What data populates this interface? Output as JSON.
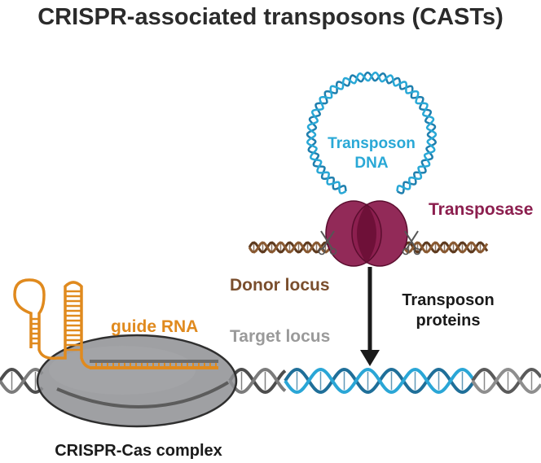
{
  "title": "CRISPR-associated transposons (CASTs)",
  "labels": {
    "transposon_dna_line1": "Transposon",
    "transposon_dna_line2": "DNA",
    "transposase": "Transposase",
    "donor_locus": "Donor locus",
    "transposon_proteins_line1": "Transposon",
    "transposon_proteins_line2": "proteins",
    "guide_rna": "guide RNA",
    "target_locus": "Target locus",
    "crispr_cas_complex": "CRISPR-Cas complex"
  },
  "colors": {
    "title": "#2b2b2b",
    "transposon": "#29a8d6",
    "transposase": "#8c1f4f",
    "donor": "#7a4e2d",
    "donor_strand": "#8a5a32",
    "guide": "#e08a1e",
    "target": "#9a9a9a",
    "dark_text": "#1a1a1a",
    "cas_body": "#8e8f93"
  }
}
